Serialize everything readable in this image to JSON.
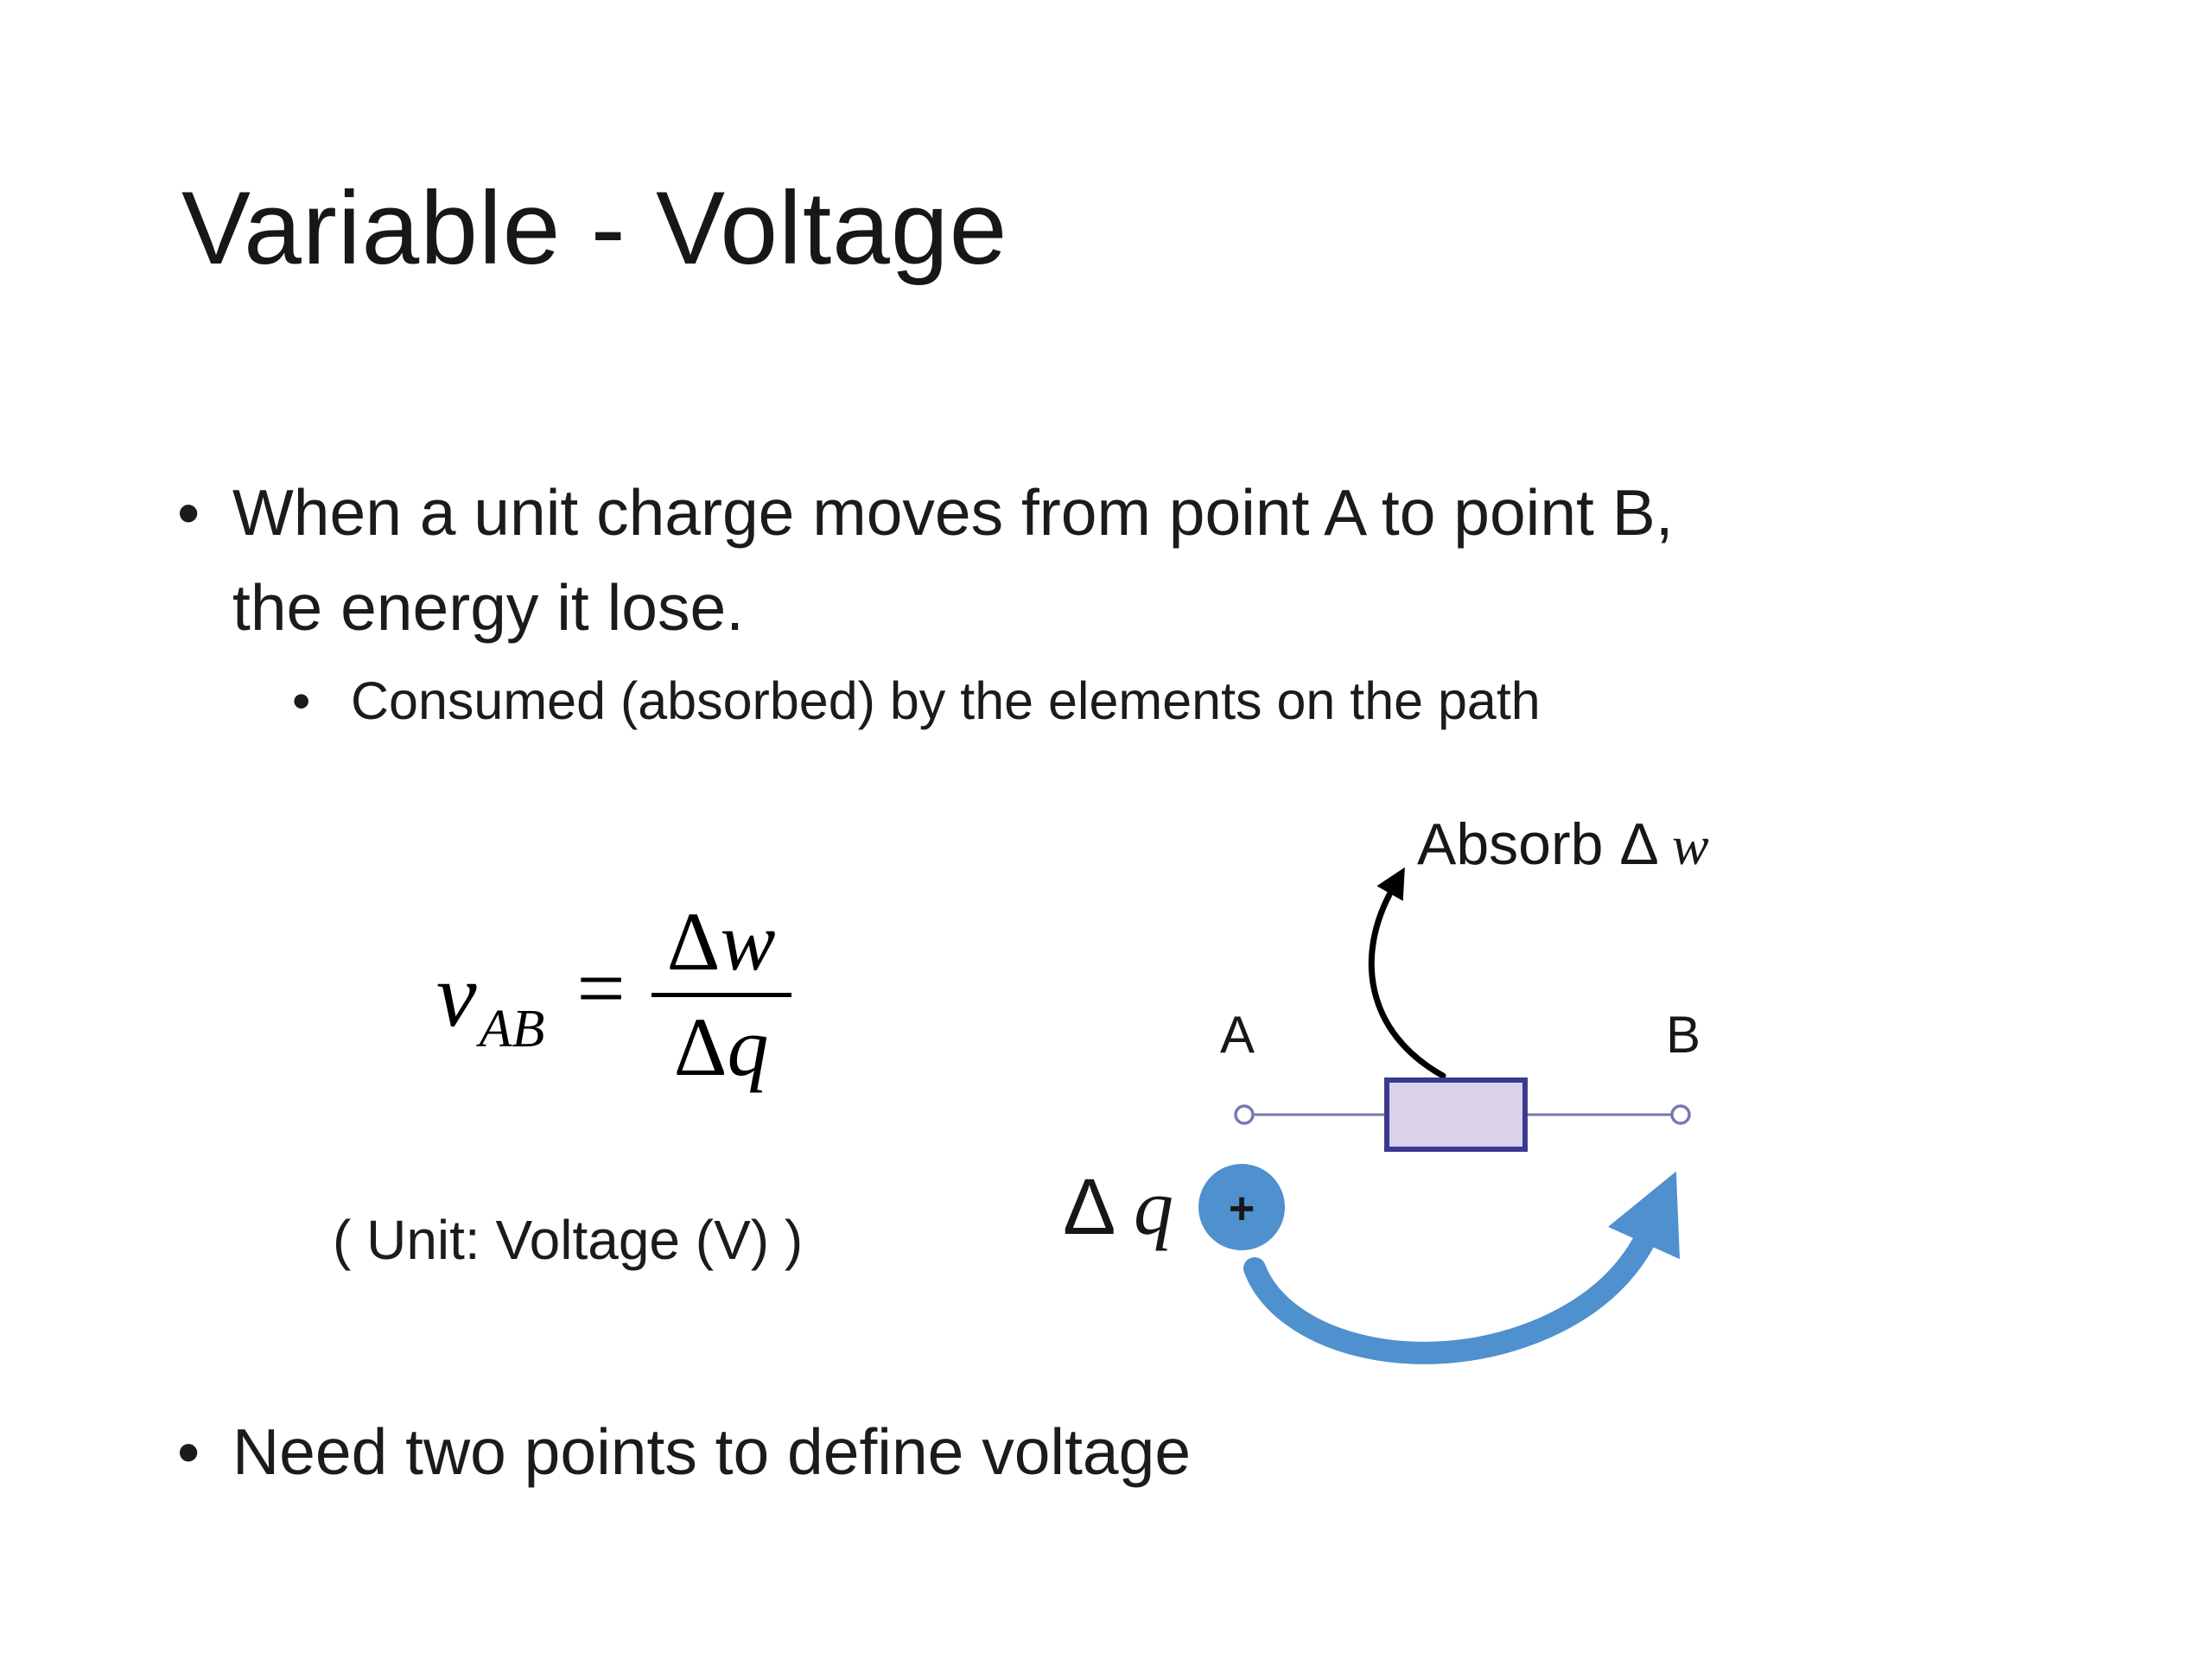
{
  "slide": {
    "title": "Variable - Voltage",
    "bullet_char": "•",
    "bullet1_line1": "When a unit charge moves from point A to point B,",
    "bullet1_line2": "the energy it lose.",
    "sub_bullet1": "Consumed (absorbed) by the elements on the path",
    "bullet2": "Need two points to define voltage",
    "formula": {
      "variable": "v",
      "subscript": "AB",
      "equals": "=",
      "numerator_delta": "Δ",
      "numerator_var": "w",
      "denominator_delta": "Δ",
      "denominator_var": "q",
      "unit_note": "( Unit: Voltage (V) )"
    },
    "diagram": {
      "absorb_text": "Absorb",
      "absorb_delta": "Δ",
      "absorb_var": "w",
      "node_a_label": "A",
      "node_b_label": "B",
      "charge_delta": "Δ",
      "charge_var": "q",
      "plus_sign": "+",
      "colors": {
        "charge_blue": "#4f90ce",
        "resistor_fill": "#d9d2ea",
        "resistor_stroke": "#3a3a90",
        "wire": "#7878b2",
        "arrow_black": "#000000"
      }
    }
  }
}
